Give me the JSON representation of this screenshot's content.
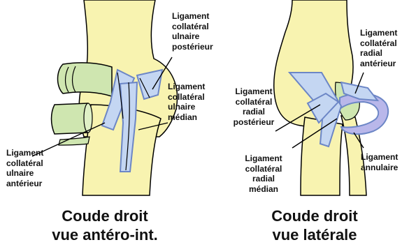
{
  "colors": {
    "bone": "#f8f3b0",
    "cartilage": "#cfe6b0",
    "ligament": "#c4d6f2",
    "ligament_stroke": "#6c86c6",
    "annular": "#b9b7ea",
    "outline": "#000000",
    "text": "#111111"
  },
  "left_view": {
    "labels": {
      "posterior": "Ligament\ncollatéral\nulnaire\npostérieur",
      "median": "Ligament\ncollatéral\nulnaire\nmédian",
      "anterior": "Ligament\ncollatéral\nulnaire\nantérieur"
    },
    "caption": "Coude droit\nvue antéro-int."
  },
  "right_view": {
    "labels": {
      "radial_anterior": "Ligament\ncollatéral\nradial\nantérieur",
      "radial_posterior": "Ligament\ncollatéral\nradial\npostérieur",
      "radial_median": "Ligament\ncollatéral\nradial\nmédian",
      "annular": "Ligament\nannulaire"
    },
    "caption": "Coude droit\nvue latérale"
  }
}
